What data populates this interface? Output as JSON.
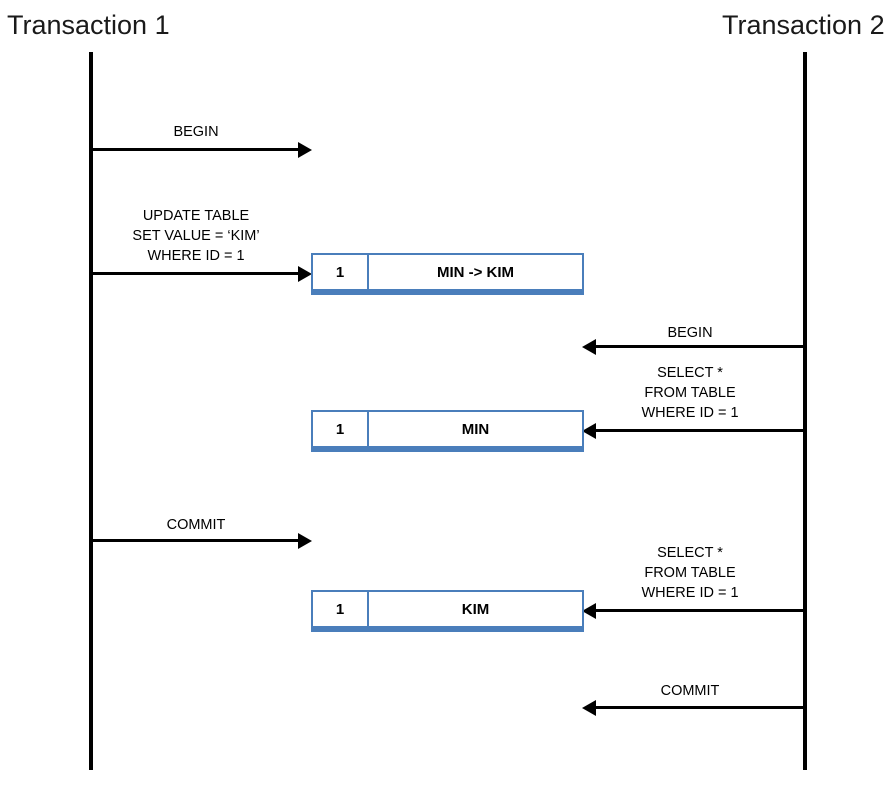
{
  "diagram": {
    "type": "sequence-diagram",
    "title_left": "Transaction 1",
    "title_right": "Transaction 2",
    "accent_color": "#4a7ebb",
    "line_color": "#000000"
  },
  "messages": [
    {
      "id": "t1-begin",
      "label": "BEGIN",
      "from": "Transaction 1",
      "direction": "right"
    },
    {
      "id": "t1-update",
      "label": "UPDATE TABLE\nSET VALUE = ‘KIM’\nWHERE ID = 1",
      "from": "Transaction 1",
      "direction": "right"
    },
    {
      "id": "t2-begin",
      "label": "BEGIN",
      "from": "Transaction 2",
      "direction": "left"
    },
    {
      "id": "t2-select-1",
      "label": "SELECT *\nFROM TABLE\nWHERE ID = 1",
      "from": "Transaction 2",
      "direction": "left"
    },
    {
      "id": "t1-commit",
      "label": "COMMIT",
      "from": "Transaction 1",
      "direction": "right"
    },
    {
      "id": "t2-select-2",
      "label": "SELECT *\nFROM TABLE\nWHERE ID = 1",
      "from": "Transaction 2",
      "direction": "left"
    },
    {
      "id": "t2-commit",
      "label": "COMMIT",
      "from": "Transaction 2",
      "direction": "left"
    }
  ],
  "records": [
    {
      "id": "record-update",
      "id_value": "1",
      "value": "MIN -> KIM"
    },
    {
      "id": "record-read-old",
      "id_value": "1",
      "value": "MIN"
    },
    {
      "id": "record-read-new",
      "id_value": "1",
      "value": "KIM"
    }
  ]
}
